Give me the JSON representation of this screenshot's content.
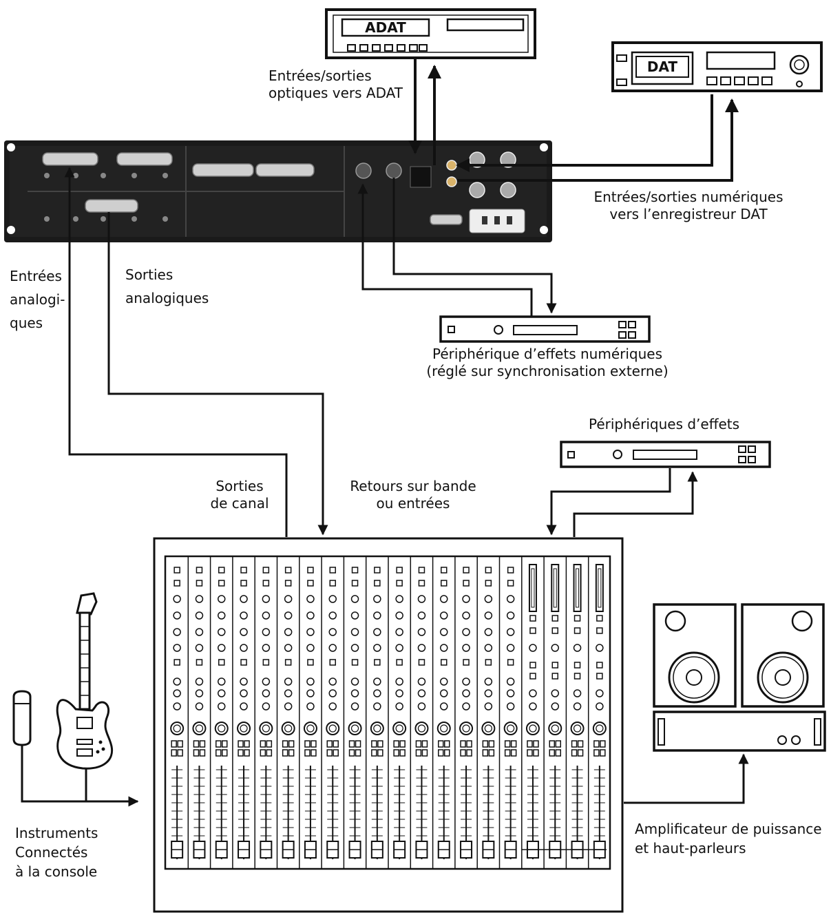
{
  "devices": {
    "adat": "ADAT",
    "dat": "DAT"
  },
  "labels": {
    "adat_io": "Entrées/sorties\noptiques vers ADAT",
    "dat_io": "Entrées/sorties numériques\nvers l’enregistreur DAT",
    "analog_in": "Entrées\nanalogi-\nques",
    "analog_out": "Sorties\nanalogiques",
    "digital_fx": "Périphérique d’effets numériques\n(réglé sur synchronisation externe)",
    "fx": "Périphériques d’effets",
    "channel_out": "Sorties\nde canal",
    "tape_returns": "Retours sur bande\nou entrées",
    "instruments": "Instruments\nConnectés\nà la console",
    "amp": "Amplificateur de puissance\net haut-parleurs"
  },
  "console": {
    "channel_strips": 16,
    "master_strips": 4
  }
}
